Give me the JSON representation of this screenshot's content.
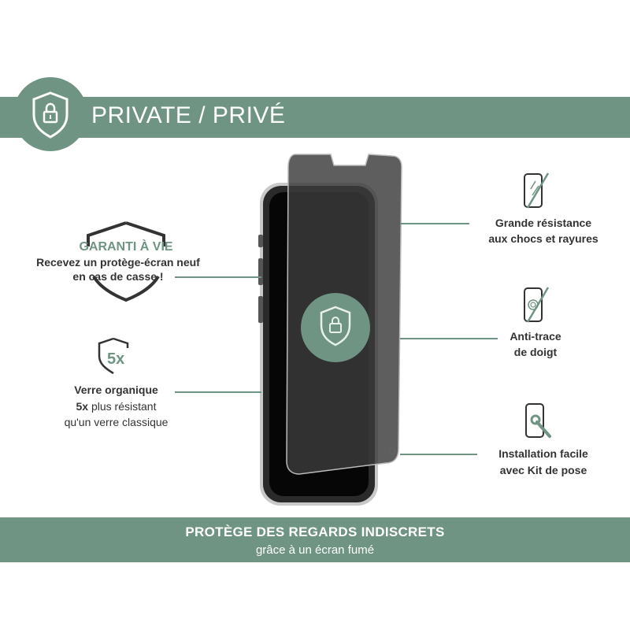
{
  "header": {
    "title": "PRIVATE / PRIVÉ",
    "icon": "shield-lock-icon"
  },
  "left_features": [
    {
      "title": "GARANTI À VIE",
      "line1": "Recevez un protège-écran neuf",
      "line2": "en cas de casse !",
      "icon": "shield-icon"
    },
    {
      "badge": "5x",
      "line1": "Verre organique",
      "line2_bold": "5x",
      "line2_rest": " plus résistant",
      "line3": "qu'un verre classique",
      "icon": "shield-5x-icon"
    }
  ],
  "right_features": [
    {
      "line1": "Grande résistance",
      "line2": "aux chocs et rayures",
      "icon": "phone-scratch-icon"
    },
    {
      "line1": "Anti-trace",
      "line2": "de doigt",
      "icon": "phone-fingerprint-icon"
    },
    {
      "line1": "Installation facile",
      "line2": "avec Kit de pose",
      "icon": "phone-wrench-icon"
    }
  ],
  "footer": {
    "title": "PROTÈGE DES REGARDS INDISCRETS",
    "subtitle": "grâce à un écran fumé"
  },
  "colors": {
    "accent": "#6f9483",
    "text": "#333333"
  }
}
